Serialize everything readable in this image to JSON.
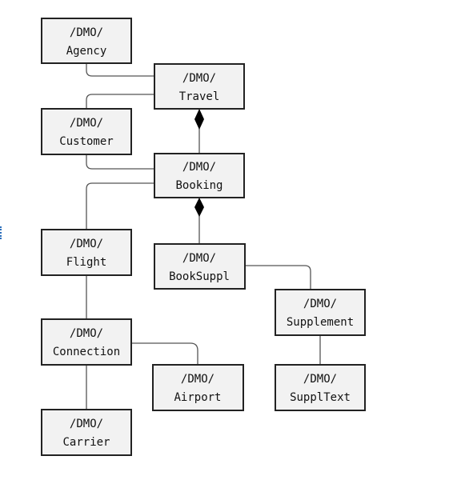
{
  "diagram": {
    "nodes": [
      {
        "id": "agency",
        "line1": "/DMO/",
        "line2": "Agency"
      },
      {
        "id": "travel",
        "line1": "/DMO/",
        "line2": "Travel"
      },
      {
        "id": "customer",
        "line1": "/DMO/",
        "line2": "Customer"
      },
      {
        "id": "booking",
        "line1": "/DMO/",
        "line2": "Booking"
      },
      {
        "id": "flight",
        "line1": "/DMO/",
        "line2": "Flight"
      },
      {
        "id": "booksuppl",
        "line1": "/DMO/",
        "line2": "BookSuppl"
      },
      {
        "id": "supplement",
        "line1": "/DMO/",
        "line2": "Supplement"
      },
      {
        "id": "connection",
        "line1": "/DMO/",
        "line2": "Connection"
      },
      {
        "id": "airport",
        "line1": "/DMO/",
        "line2": "Airport"
      },
      {
        "id": "suppltext",
        "line1": "/DMO/",
        "line2": "SupplText"
      },
      {
        "id": "carrier",
        "line1": "/DMO/",
        "line2": "Carrier"
      }
    ]
  }
}
